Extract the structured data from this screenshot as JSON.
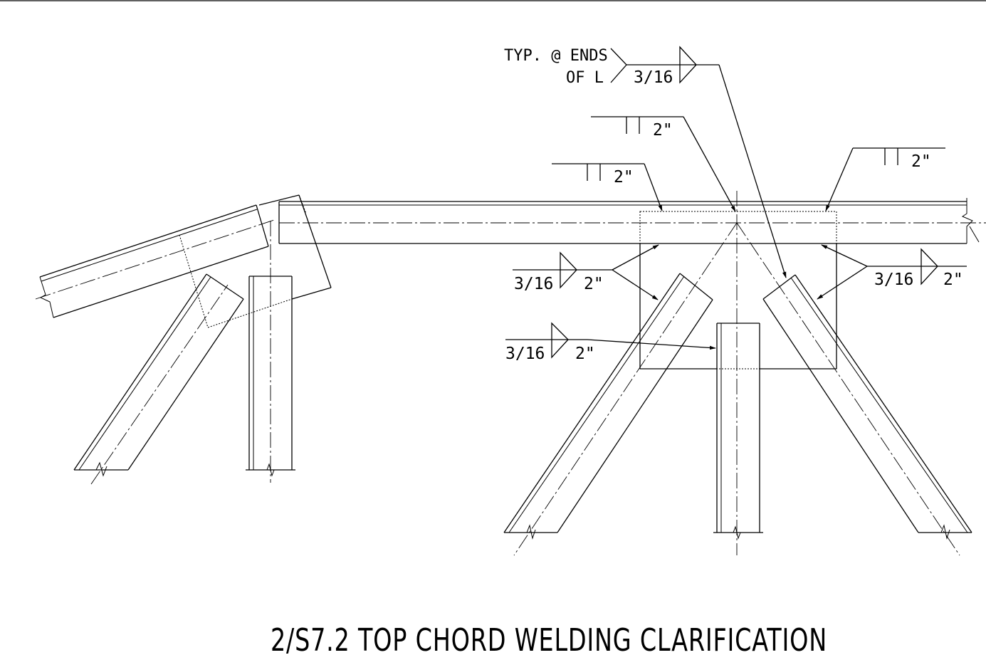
{
  "drawing": {
    "title": "2/S7.2 TOP CHORD WELDING CLARIFICATION",
    "notes": {
      "typ_line1": "TYP. @ ENDS",
      "typ_line2": "OF L",
      "typ_weld_size": "3/16"
    },
    "weld_callouts": {
      "upper_left_length": "2\"",
      "upper_center_length": "2\"",
      "upper_right_length": "2\"",
      "left_web": {
        "size": "3/16",
        "length": "2\""
      },
      "vertical": {
        "size": "3/16",
        "length": "2\""
      },
      "right_web": {
        "size": "3/16",
        "length": "2\""
      }
    }
  }
}
